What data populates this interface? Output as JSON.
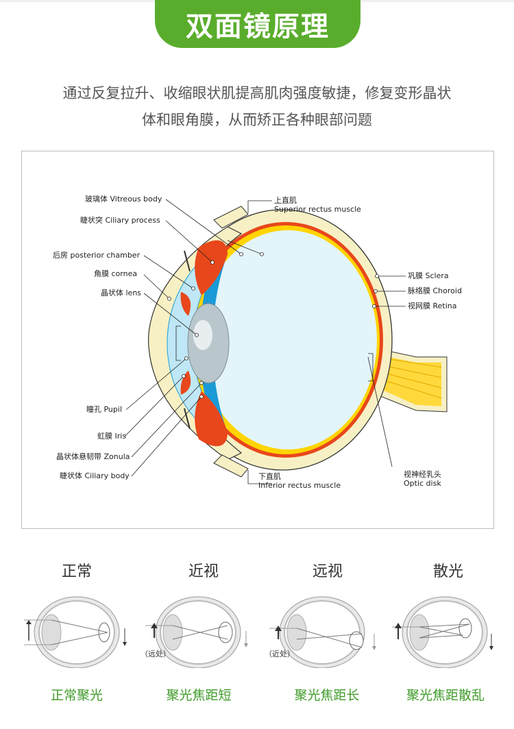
{
  "header": {
    "title": "双面镜原理"
  },
  "intro": {
    "line1": "通过反复拉升、收缩眼状肌提高肌肉强度敏捷，修复变形晶状",
    "line2": "体和眼角膜，从而矫正各种眼部问题"
  },
  "anatomy": {
    "vitreous": "玻璃体 Vitreous body",
    "ciliary_process": "睫状突  Ciliary process",
    "posterior_chamber": "后房 posterior chamber",
    "cornea": "角膜 cornea",
    "lens": "晶状体 lens",
    "pupil": "瞳孔 Pupil",
    "iris": "虹膜 Iris",
    "zonula": "晶状体悬韧带 Zonula",
    "ciliary_body": "睫状体 Ciliary body",
    "superior_cn": "上直肌",
    "superior_en": "Superior rectus muscle",
    "inferior_cn": "下直肌",
    "inferior_en": "Inferior rectus muscle",
    "sclera": "巩膜 Sclera",
    "choroid": "脉络膜 Choroid",
    "retina": "视网膜 Retina",
    "optic_cn": "视神经乳头",
    "optic_en": "Optic disk"
  },
  "conditions": [
    {
      "title": "正常",
      "caption": "正常聚光",
      "tag": ""
    },
    {
      "title": "近视",
      "caption": "聚光焦距短",
      "tag": "（远处）"
    },
    {
      "title": "远视",
      "caption": "聚光焦距长",
      "tag": "（近处）"
    },
    {
      "title": "散光",
      "caption": "聚光焦距散乱",
      "tag": ""
    }
  ],
  "colors": {
    "brand_green": "#5aad2c",
    "caption_green": "#3f9b2a",
    "sclera": "#f7f0c4",
    "choroid": "#e8471b",
    "retina": "#ffd400",
    "vitreous": "#e4f5fa",
    "cornea_blue": "#1a9ad6"
  }
}
